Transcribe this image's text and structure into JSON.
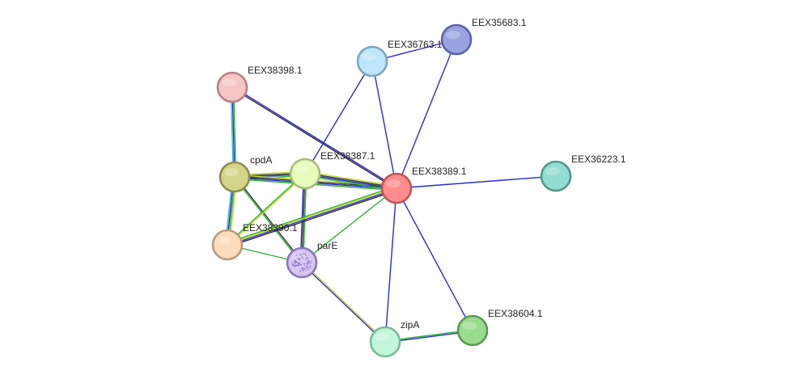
{
  "network": {
    "nodes": [
      {
        "id": "EEX38389.1",
        "label": "EEX38389.1",
        "fill": "#ff8c8c",
        "stroke": "#c05555"
      },
      {
        "id": "EEX36763.1",
        "label": "EEX36763.1",
        "fill": "#bde6fa",
        "stroke": "#7aa6bc"
      },
      {
        "id": "EEX35683.1",
        "label": "EEX35683.1",
        "fill": "#9aa3e2",
        "stroke": "#5a62a8"
      },
      {
        "id": "EEX38398.1",
        "label": "EEX38398.1",
        "fill": "#f6c6c6",
        "stroke": "#b88080"
      },
      {
        "id": "cpdA",
        "label": "cpdA",
        "fill": "#d4d48a",
        "stroke": "#8e8e4e"
      },
      {
        "id": "EEX38387.1",
        "label": "EEX38387.1",
        "fill": "#e6fcbc",
        "stroke": "#a6bc7c"
      },
      {
        "id": "EEX36223.1",
        "label": "EEX36223.1",
        "fill": "#92ddd2",
        "stroke": "#52988e"
      },
      {
        "id": "EEX38390.1",
        "label": "EEX38390.1",
        "fill": "#fcdcbc",
        "stroke": "#bc9a7a"
      },
      {
        "id": "parE",
        "label": "parE",
        "fill": "#d6c6f6",
        "stroke": "#8a76b6"
      },
      {
        "id": "zipA",
        "label": "zipA",
        "fill": "#c2f6d8",
        "stroke": "#7cb898"
      },
      {
        "id": "EEX38604.1",
        "label": "EEX38604.1",
        "fill": "#9adc8e",
        "stroke": "#5a9a50"
      }
    ],
    "edges": [
      {
        "source": "EEX36763.1",
        "target": "EEX35683.1",
        "colors": [
          "#2a2ad6"
        ]
      },
      {
        "source": "EEX36763.1",
        "target": "EEX38389.1",
        "colors": [
          "#2a2ad6"
        ]
      },
      {
        "source": "EEX35683.1",
        "target": "EEX38389.1",
        "colors": [
          "#2a2ad6"
        ]
      },
      {
        "source": "EEX36763.1",
        "target": "EEX38387.1",
        "colors": [
          "#2a2ad6"
        ]
      },
      {
        "source": "EEX38398.1",
        "target": "EEX38389.1",
        "colors": [
          "#2a2ad6",
          "#333333"
        ]
      },
      {
        "source": "EEX38398.1",
        "target": "cpdA",
        "colors": [
          "#2ab42a",
          "#2a2ad6",
          "#3ab4d6"
        ]
      },
      {
        "source": "cpdA",
        "target": "EEX38387.1",
        "colors": [
          "#c6d628",
          "#333333",
          "#2a2ad6",
          "#2ab42a"
        ]
      },
      {
        "source": "cpdA",
        "target": "EEX38389.1",
        "colors": [
          "#c6d628",
          "#333333",
          "#2a2ad6",
          "#2ab42a"
        ]
      },
      {
        "source": "cpdA",
        "target": "EEX38390.1",
        "colors": [
          "#c6d628",
          "#2ab42a",
          "#2a2ad6",
          "#3ab4d6"
        ]
      },
      {
        "source": "cpdA",
        "target": "parE",
        "colors": [
          "#333333",
          "#2ab42a"
        ]
      },
      {
        "source": "EEX38387.1",
        "target": "EEX38389.1",
        "colors": [
          "#c6d628",
          "#333333",
          "#2a2ad6",
          "#2ab42a"
        ]
      },
      {
        "source": "EEX38387.1",
        "target": "parE",
        "colors": [
          "#2ab42a",
          "#333333",
          "#2a2ad6"
        ]
      },
      {
        "source": "EEX38387.1",
        "target": "EEX38390.1",
        "colors": [
          "#c6d628",
          "#2ab42a"
        ]
      },
      {
        "source": "EEX38389.1",
        "target": "EEX36223.1",
        "colors": [
          "#2a2ad6"
        ]
      },
      {
        "source": "EEX38389.1",
        "target": "EEX38390.1",
        "colors": [
          "#333333",
          "#2a2ad6",
          "#c6d628",
          "#2ab42a"
        ]
      },
      {
        "source": "EEX38389.1",
        "target": "parE",
        "colors": [
          "#2ab42a"
        ]
      },
      {
        "source": "EEX38389.1",
        "target": "zipA",
        "colors": [
          "#2a2ad6"
        ]
      },
      {
        "source": "EEX38389.1",
        "target": "EEX38604.1",
        "colors": [
          "#2a2ad6"
        ]
      },
      {
        "source": "EEX38390.1",
        "target": "parE",
        "colors": [
          "#2ab42a"
        ]
      },
      {
        "source": "parE",
        "target": "zipA",
        "colors": [
          "#c6d628",
          "#2a2ad6"
        ]
      },
      {
        "source": "zipA",
        "target": "EEX38604.1",
        "colors": [
          "#2ab42a",
          "#2a2ad6"
        ]
      }
    ]
  }
}
